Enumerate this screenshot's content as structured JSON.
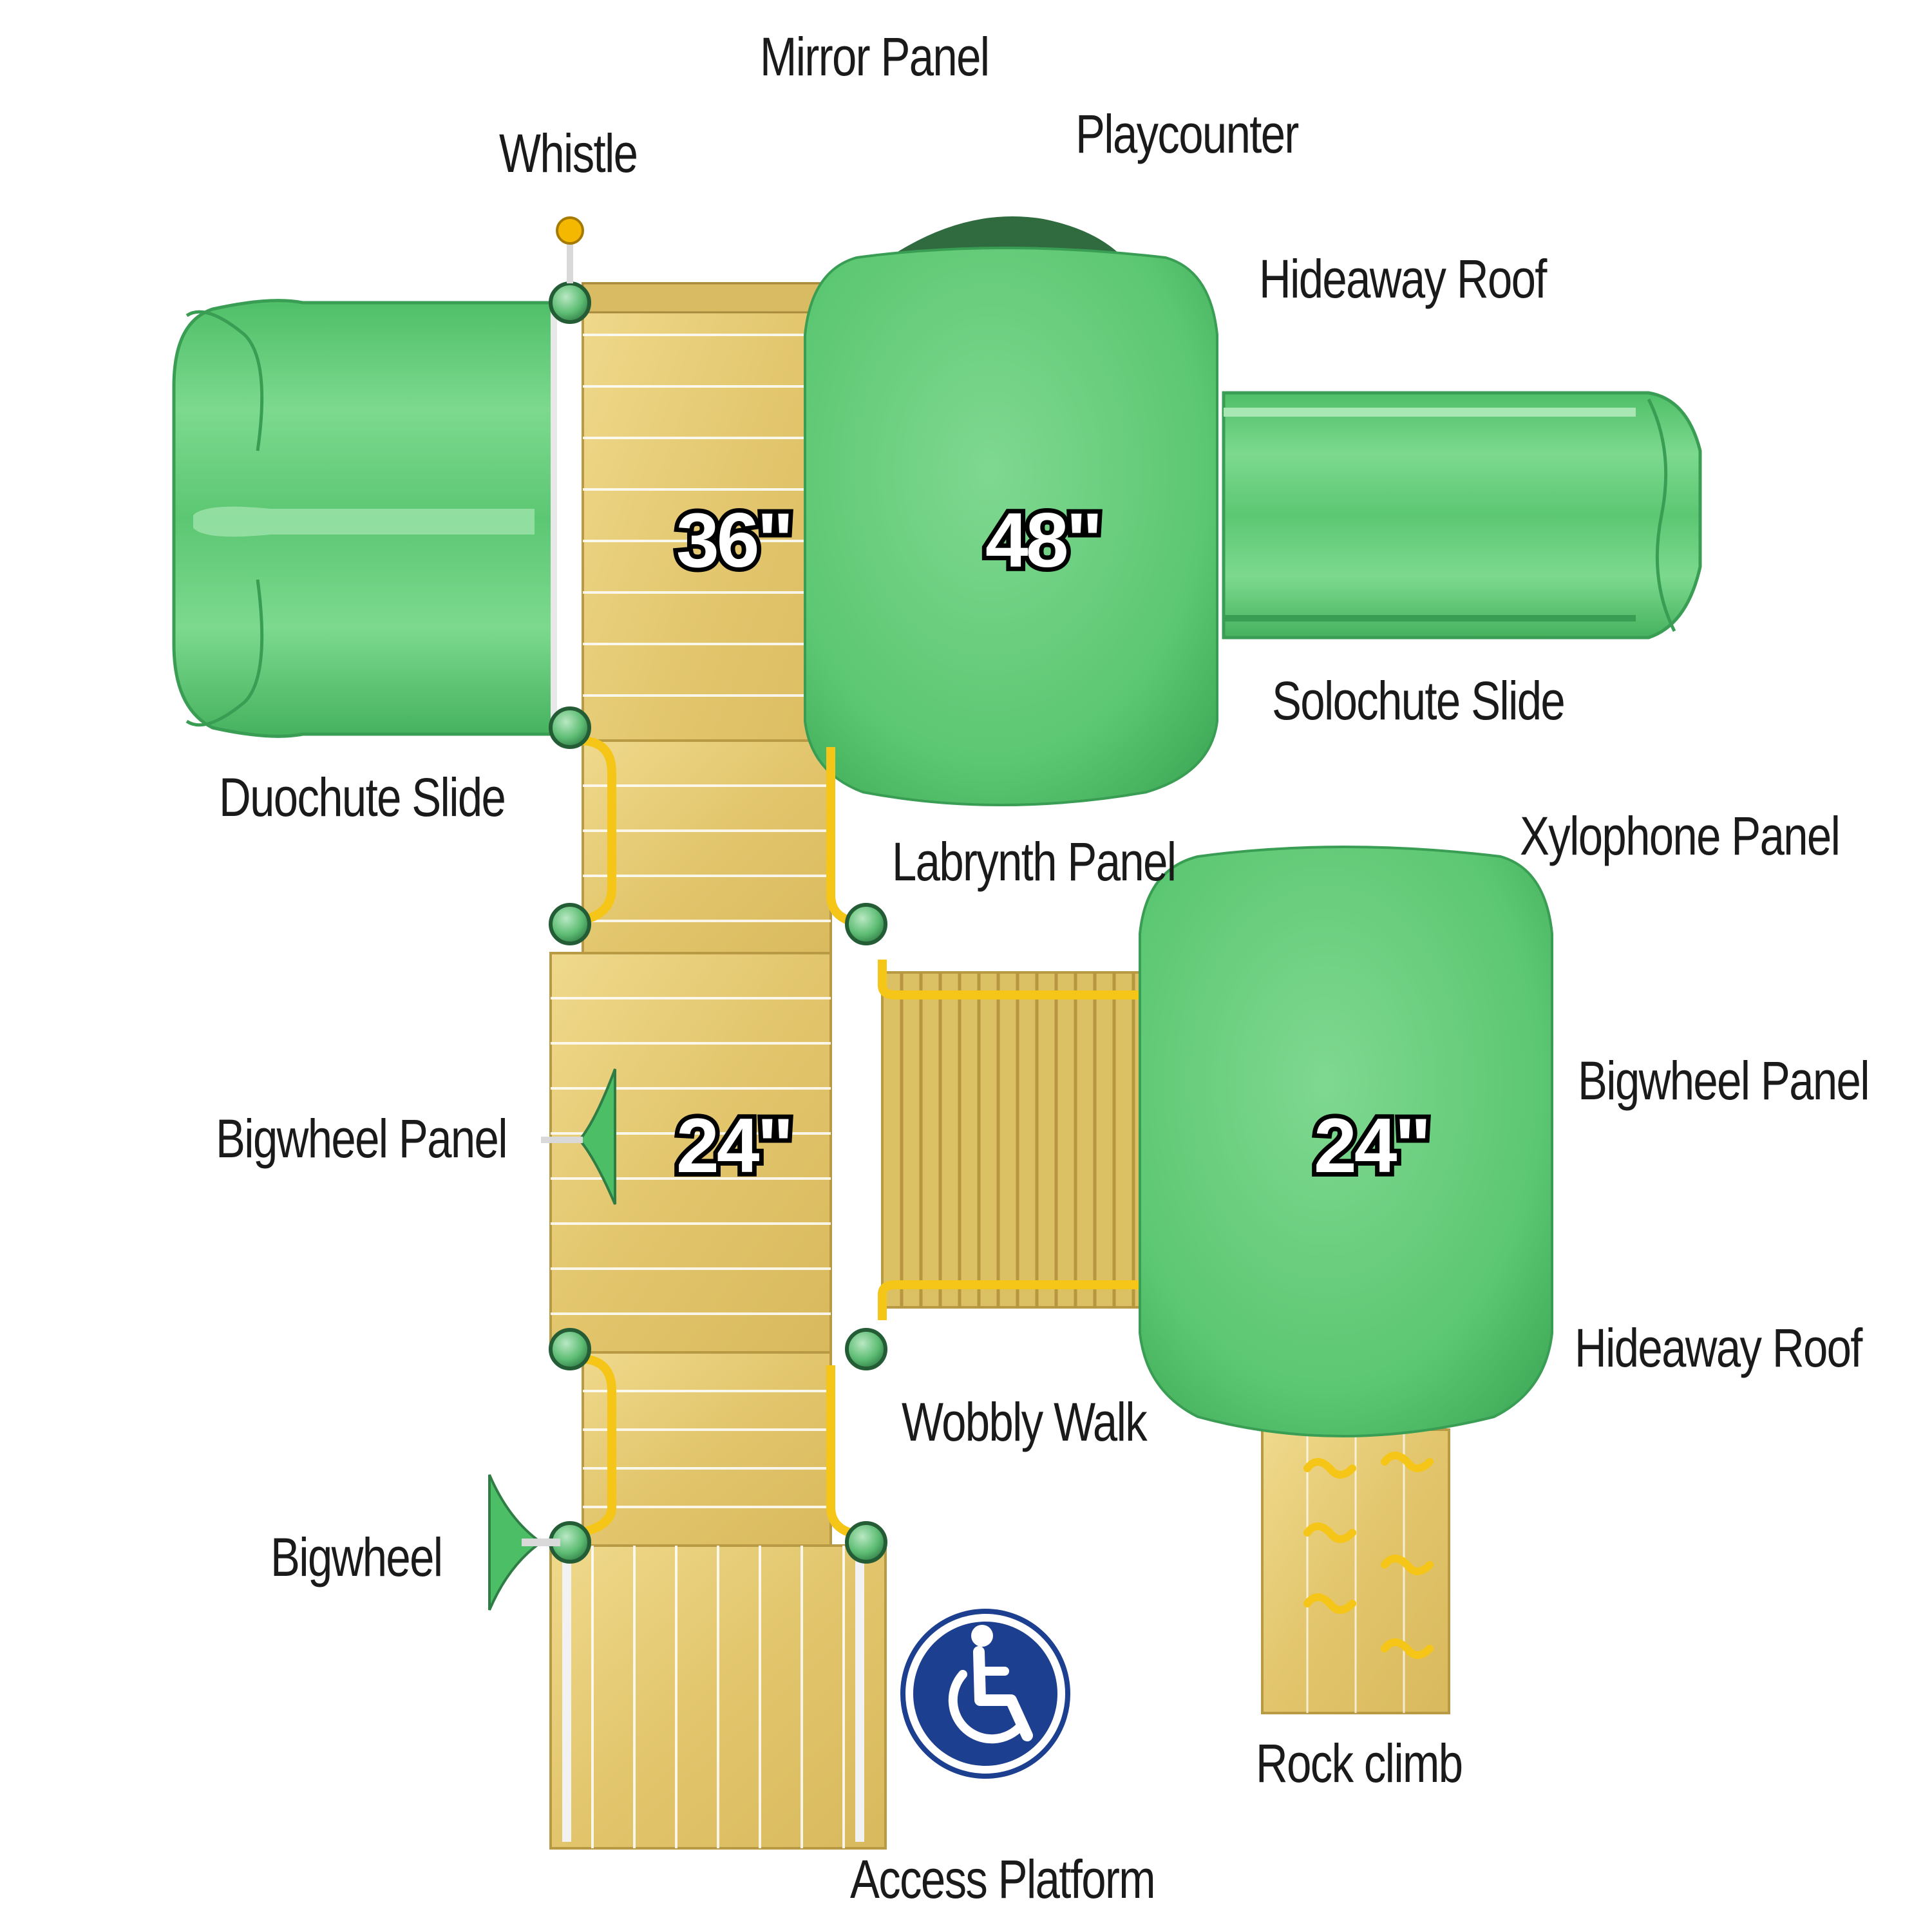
{
  "labels": {
    "mirror_panel": "Mirror Panel",
    "whistle": "Whistle",
    "playcounter": "Playcounter",
    "hideaway_roof_top": "Hideaway Roof",
    "solochute_slide": "Solochute Slide",
    "duochute_slide": "Duochute Slide",
    "labrynth_panel": "Labrynth Panel",
    "xylophone_panel": "Xylophone Panel",
    "bigwheel_panel_left": "Bigwheel Panel",
    "bigwheel_panel_right": "Bigwheel Panel",
    "hideaway_roof_bottom": "Hideaway Roof",
    "wobbly_walk": "Wobbly Walk",
    "bigwheel": "Bigwheel",
    "rock_climb": "Rock climb",
    "access_platform": "Access Platform"
  },
  "heights": {
    "deck_upper": "36\"",
    "tower_top": "48\"",
    "deck_lower": "24\"",
    "tower_right": "24\""
  },
  "icons": {
    "accessibility": "wheelchair-icon"
  },
  "colors": {
    "green": "#6ccf7f",
    "green_dark": "#3fa85a",
    "wood": "#e8cf7a",
    "wood_dark": "#c9a94e",
    "rail": "#f5c518",
    "access_blue": "#1d3f8f"
  }
}
